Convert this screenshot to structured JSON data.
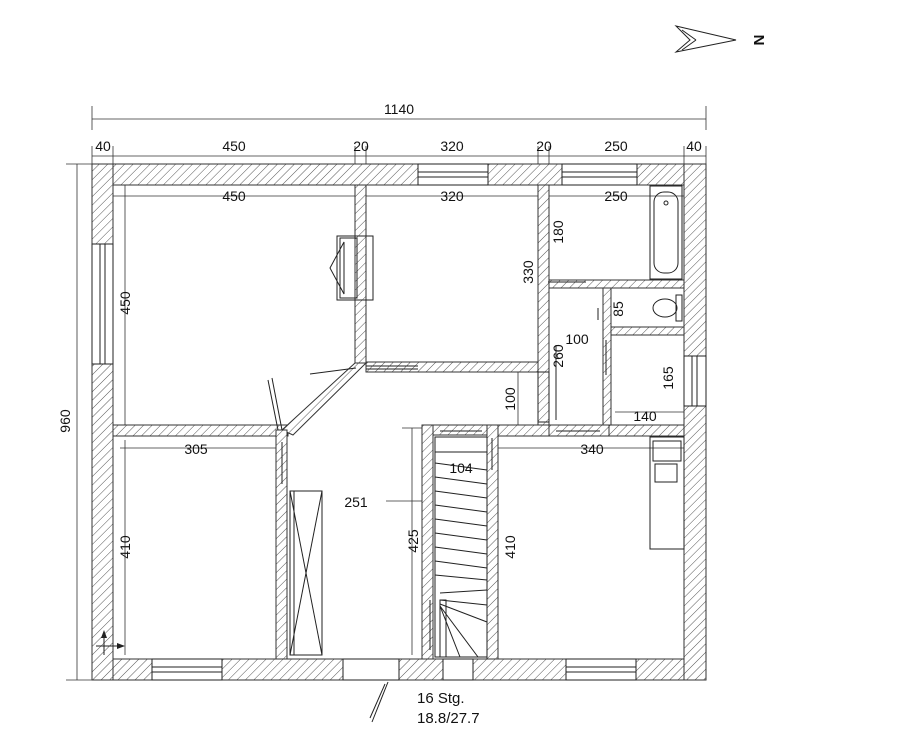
{
  "north_label": "N",
  "dims": {
    "total_width": "1140",
    "top": [
      "40",
      "450",
      "20",
      "320",
      "20",
      "250",
      "40"
    ],
    "total_height": "960",
    "room1_width": "450",
    "room2_width": "320",
    "bath_width": "250",
    "room1_height": "450",
    "room2_height": "330",
    "bath_height": "180",
    "wc_height": "85",
    "hall_height": "260",
    "hall_width": "100",
    "store_height": "165",
    "store_width": "140",
    "corr_height": "100",
    "room3_width": "305",
    "stair_width": "104",
    "wardrobe_width": "251",
    "kitchen_width": "340",
    "room3_height": "410",
    "stair_height": "425",
    "kitchen_height": "410"
  },
  "stair": {
    "steps_label": "16 Stg.",
    "ratio_label": "18.8/27.7"
  }
}
